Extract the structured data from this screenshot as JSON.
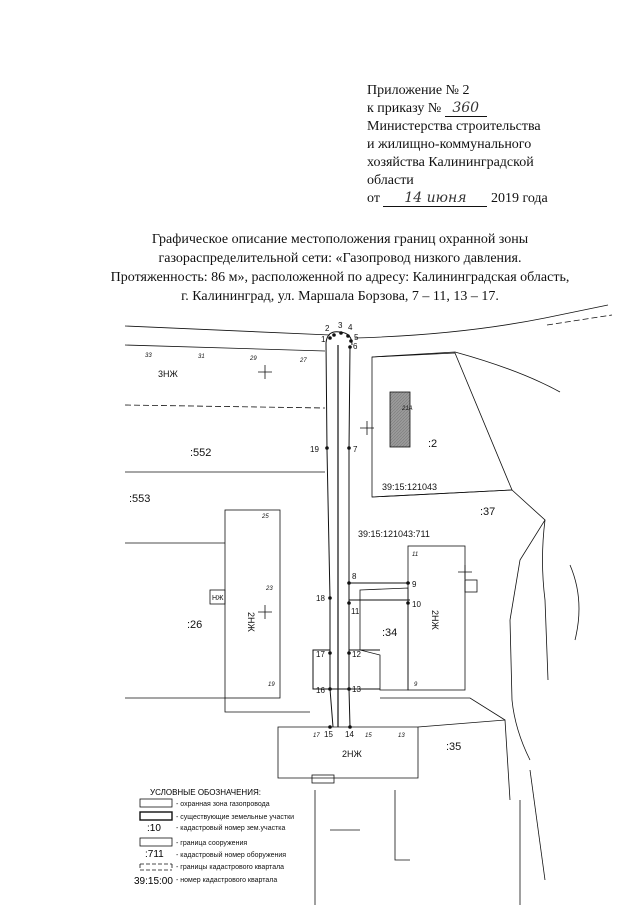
{
  "appendix": {
    "line1": "Приложение № 2",
    "line2_prefix": "к приказу №",
    "order_number": "360",
    "line3": "Министерства строительства",
    "line4": "и жилищно-коммунального",
    "line5": "хозяйства Калининградской",
    "line6": "области",
    "date_prefix": "от",
    "date_handwritten": "14 июня",
    "date_suffix": "2019 года"
  },
  "title": {
    "line1": "Графическое описание местоположения границ охранной зоны",
    "line2": "газораспределительной сети: «Газопровод низкого давления.",
    "line3": "Протяженность: 86 м», расположенной по адресу: Калининградская область,",
    "line4": "г. Калининград, ул. Маршала Борзова, 7 – 11, 13 – 17."
  },
  "map": {
    "parcels": {
      "p552": ":552",
      "p553": ":553",
      "p2": ":2",
      "p37": ":37",
      "p26": ":26",
      "p34": ":34",
      "p35": ":35"
    },
    "quarter": "39:15:121043",
    "structure": "39:15:121043:711",
    "buildings": {
      "top_left": "3НЖ",
      "left": "2НЖ",
      "right": "2НЖ",
      "bottom": "2НЖ",
      "small": "НЖ"
    },
    "house_numbers": {
      "n31": "31",
      "n29": "29",
      "n27": "27",
      "n33": "33",
      "n25": "25",
      "n23": "23",
      "n19": "19",
      "n21a": "21А",
      "n11": "11",
      "n9": "9",
      "n17": "17",
      "n15": "15",
      "n13": "13"
    },
    "points": [
      "1",
      "2",
      "3",
      "4",
      "5",
      "6",
      "7",
      "8",
      "9",
      "10",
      "11",
      "12",
      "13",
      "14",
      "15",
      "16",
      "17",
      "18",
      "19"
    ]
  },
  "legend": {
    "heading": "УСЛОВНЫЕ ОБОЗНАЧЕНИЯ:",
    "items": [
      "- охранная зона газопровода",
      "- существующие земельные участки",
      "- кадастровый номер зем.участка",
      "- граница сооружения",
      "- кадастровый номер оборужения",
      "- границы кадастрового квартала",
      "- номер кадастрового квартала"
    ],
    "sample_parcel": ":10",
    "sample_structure": ":711",
    "sample_quarter": "39:15:00"
  },
  "colors": {
    "ink": "#111111",
    "building_hatch": "#9a9a9a",
    "line_gray": "#555555"
  }
}
